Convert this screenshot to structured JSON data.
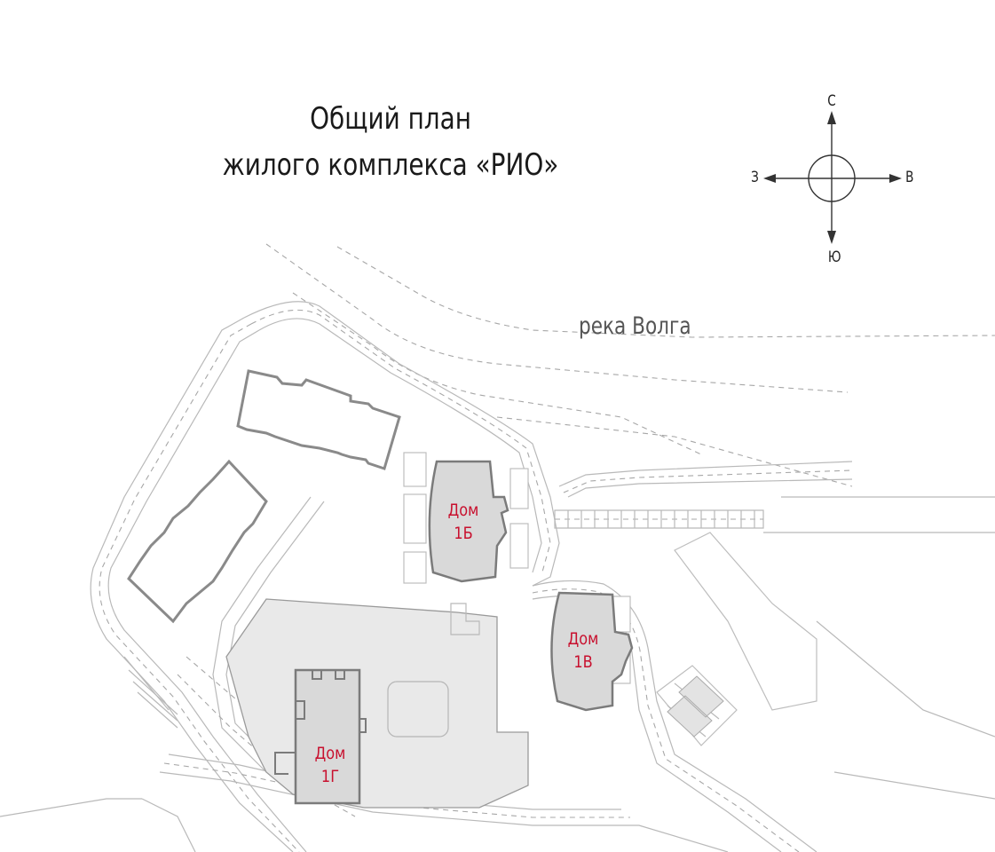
{
  "title": {
    "line1": "Общий план",
    "line2": "жилого комплекса «РИО»"
  },
  "compass": {
    "north": "С",
    "south": "Ю",
    "east": "В",
    "west": "З"
  },
  "river_label": "река Волга",
  "buildings": [
    {
      "id": "1b",
      "line1": "Дом",
      "line2": "1Б"
    },
    {
      "id": "1v",
      "line1": "Дом",
      "line2": "1В"
    },
    {
      "id": "1g",
      "line1": "Дом",
      "line2": "1Г"
    }
  ],
  "colors": {
    "building_label": "#c8102e",
    "building_fill": "#d9d9d9",
    "podium_fill": "#e9e9e9",
    "outline": "#8a8a8a"
  }
}
